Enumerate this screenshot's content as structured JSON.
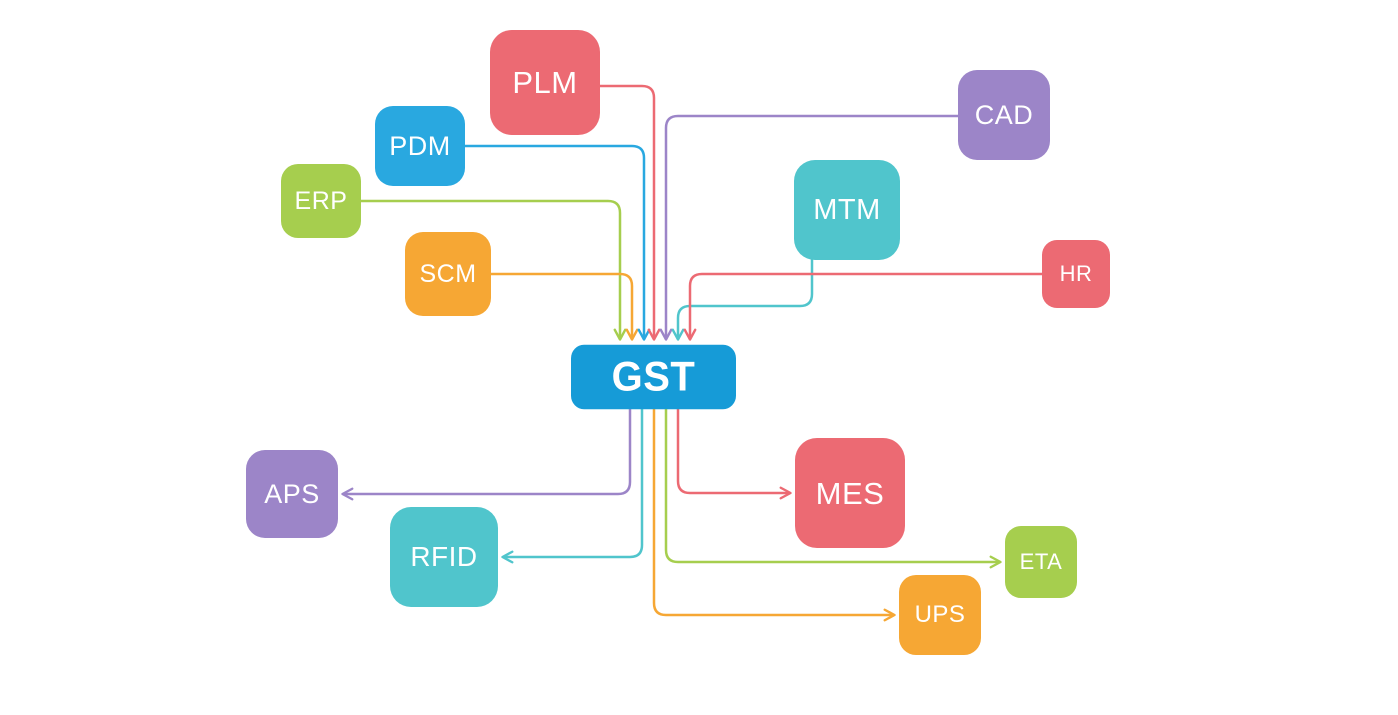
{
  "diagram": {
    "center": {
      "id": "gst",
      "label": "GST",
      "color": "#169bd7"
    },
    "inputs": [
      {
        "id": "plm",
        "label": "PLM",
        "color": "#ec6a73"
      },
      {
        "id": "pdm",
        "label": "PDM",
        "color": "#29a8e0"
      },
      {
        "id": "erp",
        "label": "ERP",
        "color": "#a6ce4e"
      },
      {
        "id": "scm",
        "label": "SCM",
        "color": "#f6a734"
      },
      {
        "id": "cad",
        "label": "CAD",
        "color": "#9c85c8"
      },
      {
        "id": "mtm",
        "label": "MTM",
        "color": "#50c5cc"
      },
      {
        "id": "hr",
        "label": "HR",
        "color": "#ec6a73"
      }
    ],
    "outputs": [
      {
        "id": "aps",
        "label": "APS",
        "color": "#9c85c8"
      },
      {
        "id": "rfid",
        "label": "RFID",
        "color": "#50c5cc"
      },
      {
        "id": "mes",
        "label": "MES",
        "color": "#ec6a73"
      },
      {
        "id": "eta",
        "label": "ETA",
        "color": "#a6ce4e"
      },
      {
        "id": "ups",
        "label": "UPS",
        "color": "#f6a734"
      }
    ],
    "connections": [
      {
        "from": "PLM",
        "to": "GST"
      },
      {
        "from": "PDM",
        "to": "GST"
      },
      {
        "from": "ERP",
        "to": "GST"
      },
      {
        "from": "SCM",
        "to": "GST"
      },
      {
        "from": "CAD",
        "to": "GST"
      },
      {
        "from": "MTM",
        "to": "GST"
      },
      {
        "from": "HR",
        "to": "GST"
      },
      {
        "from": "GST",
        "to": "APS"
      },
      {
        "from": "GST",
        "to": "RFID"
      },
      {
        "from": "GST",
        "to": "MES"
      },
      {
        "from": "GST",
        "to": "ETA"
      },
      {
        "from": "GST",
        "to": "UPS"
      }
    ]
  }
}
